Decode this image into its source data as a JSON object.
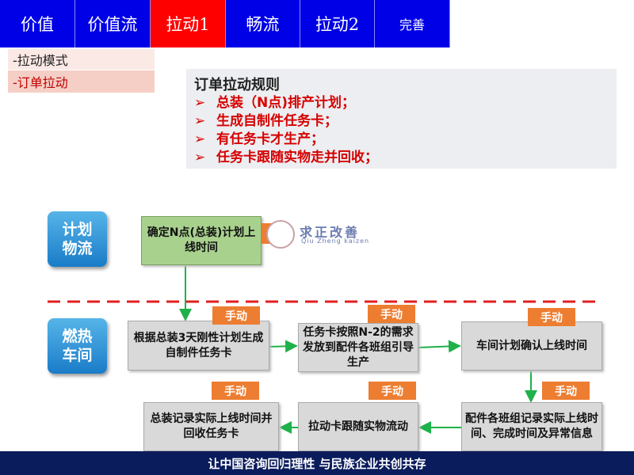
{
  "nav": {
    "tabs": [
      {
        "label": "价值"
      },
      {
        "label": "价值流"
      },
      {
        "label": "拉动1"
      },
      {
        "label": "畅流"
      },
      {
        "label": "拉动2"
      },
      {
        "label": "完善"
      }
    ]
  },
  "submenu": [
    {
      "label": "-拉动模式"
    },
    {
      "label": "-订单拉动"
    }
  ],
  "rules": {
    "title": "订单拉动规则",
    "bullet": "➢",
    "items": [
      "总装（N点)排产计划；",
      "生成自制件任务卡；",
      "有任务卡才生产；",
      "任务卡跟随实物走并回收；"
    ]
  },
  "lanes": {
    "plan": "计划\n物流",
    "shop": "燃热\n车间"
  },
  "boxes": {
    "top": "确定N点(总装)计划上线时间",
    "b1": "根据总装3天刚性计划生成自制件任务卡",
    "b2": "任务卡按照N-2的需求发放到配件各班组引导生产",
    "b3": "车间计划确认上线时间",
    "b4": "配件各班组记录实际上线时间、完成时间及异常信息",
    "b5": "拉动卡跟随实物流动",
    "b6": "总装记录实际上线时间并回收任务卡"
  },
  "tag": "手动",
  "logo": {
    "name": "求正改善",
    "sub": "Qiu Zheng kaizen"
  },
  "footer": "让中国咨询回归理性  与民族企业共创共存"
}
